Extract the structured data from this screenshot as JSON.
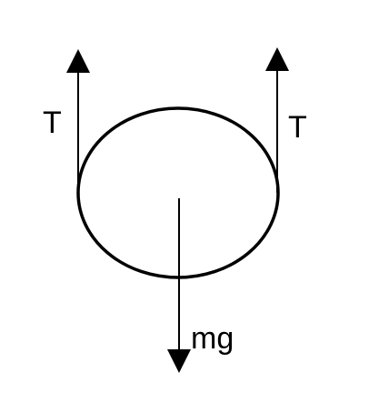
{
  "diagram": {
    "labels": {
      "tension_left": "T",
      "tension_right": "T",
      "weight": "mg"
    },
    "colors": {
      "stroke": "#000000",
      "background": "#ffffff"
    }
  }
}
